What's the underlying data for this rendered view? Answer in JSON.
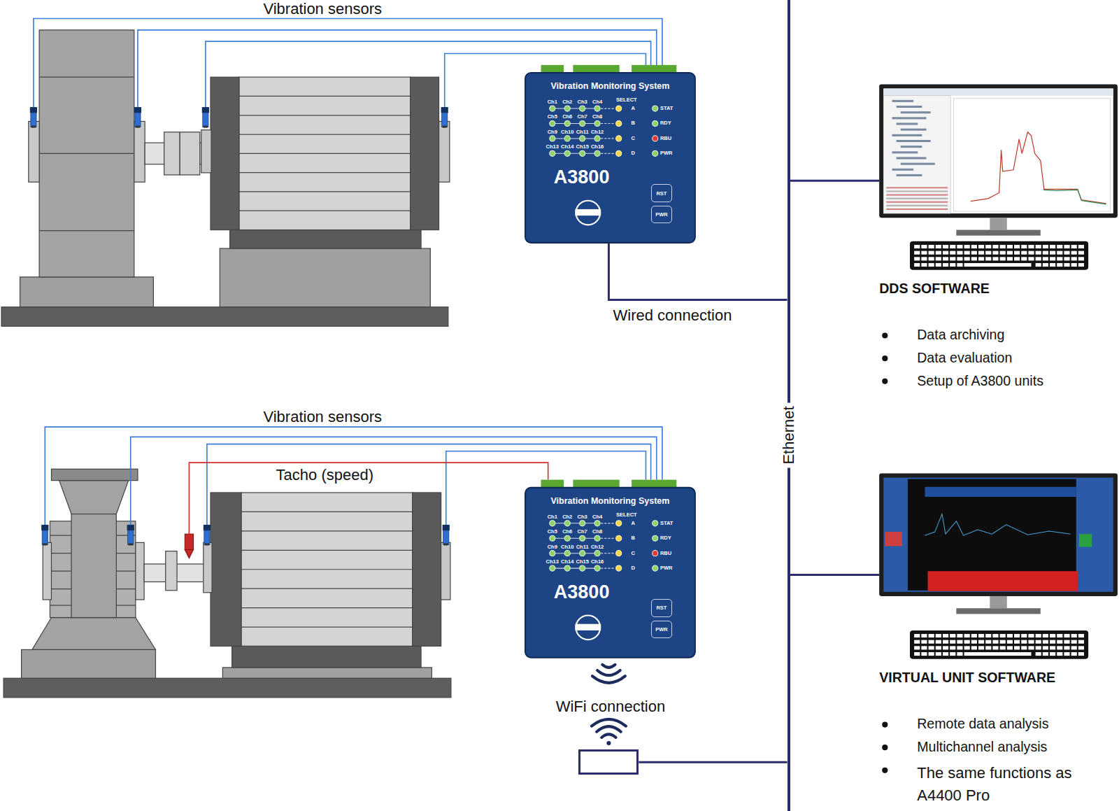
{
  "diagram": {
    "nodes": [
      {
        "text": [
          "Vibration Monitoring System",
          "A3800"
        ]
      },
      {
        "text": [
          "RST"
        ],
        "in": 0
      },
      {
        "text": [
          "PWR"
        ],
        "in": 0
      },
      {
        "text": [
          "Vibration Monitoring System",
          "A3800"
        ]
      },
      {
        "text": [
          "RST"
        ],
        "in": 3
      },
      {
        "text": [
          "PWR"
        ],
        "in": 3
      },
      {
        "text": [
          "WiFi connection"
        ]
      },
      {
        "text": [
          "Ethernet"
        ]
      },
      {
        "text": [
          "DDS SOFTWARE"
        ]
      },
      {
        "text": [
          "VIRTUAL UNIT SOFTWARE"
        ]
      }
    ],
    "edges": [
      {
        "from": 0,
        "to": 7,
        "arrow": "none",
        "label": "Wired connection"
      },
      {
        "from": 6,
        "to": 7,
        "arrow": "none"
      },
      {
        "from": 7,
        "to": 8,
        "arrow": "none"
      },
      {
        "from": 7,
        "to": 9,
        "arrow": "none"
      }
    ],
    "labels": [
      "Vibration sensors",
      "Ch1",
      "Ch2",
      "Ch3",
      "Ch4",
      "Ch5",
      "Ch6",
      "Ch7",
      "Ch8",
      "Ch9",
      "Ch10",
      "Ch11",
      "Ch12",
      "Ch13",
      "Ch14",
      "Ch15",
      "Ch16",
      "SELECT",
      "A",
      "B",
      "C",
      "D",
      "STAT",
      "RDY",
      "RBU",
      "PWR",
      "Vibration sensors",
      "Tacho (speed)",
      "Ch1",
      "Ch2",
      "Ch3",
      "Ch4",
      "Ch5",
      "Ch6",
      "Ch7",
      "Ch8",
      "Ch9",
      "Ch10",
      "Ch11",
      "Ch12",
      "Ch13",
      "Ch14",
      "Ch15",
      "Ch16",
      "SELECT",
      "A",
      "B",
      "C",
      "D",
      "STAT",
      "RDY",
      "RBU",
      "PWR",
      "Data archiving",
      "Data evaluation",
      "Setup of A3800 units",
      "Remote data analysis",
      "Multichannel analysis",
      "The same functions as A4400 Pro"
    ]
  }
}
